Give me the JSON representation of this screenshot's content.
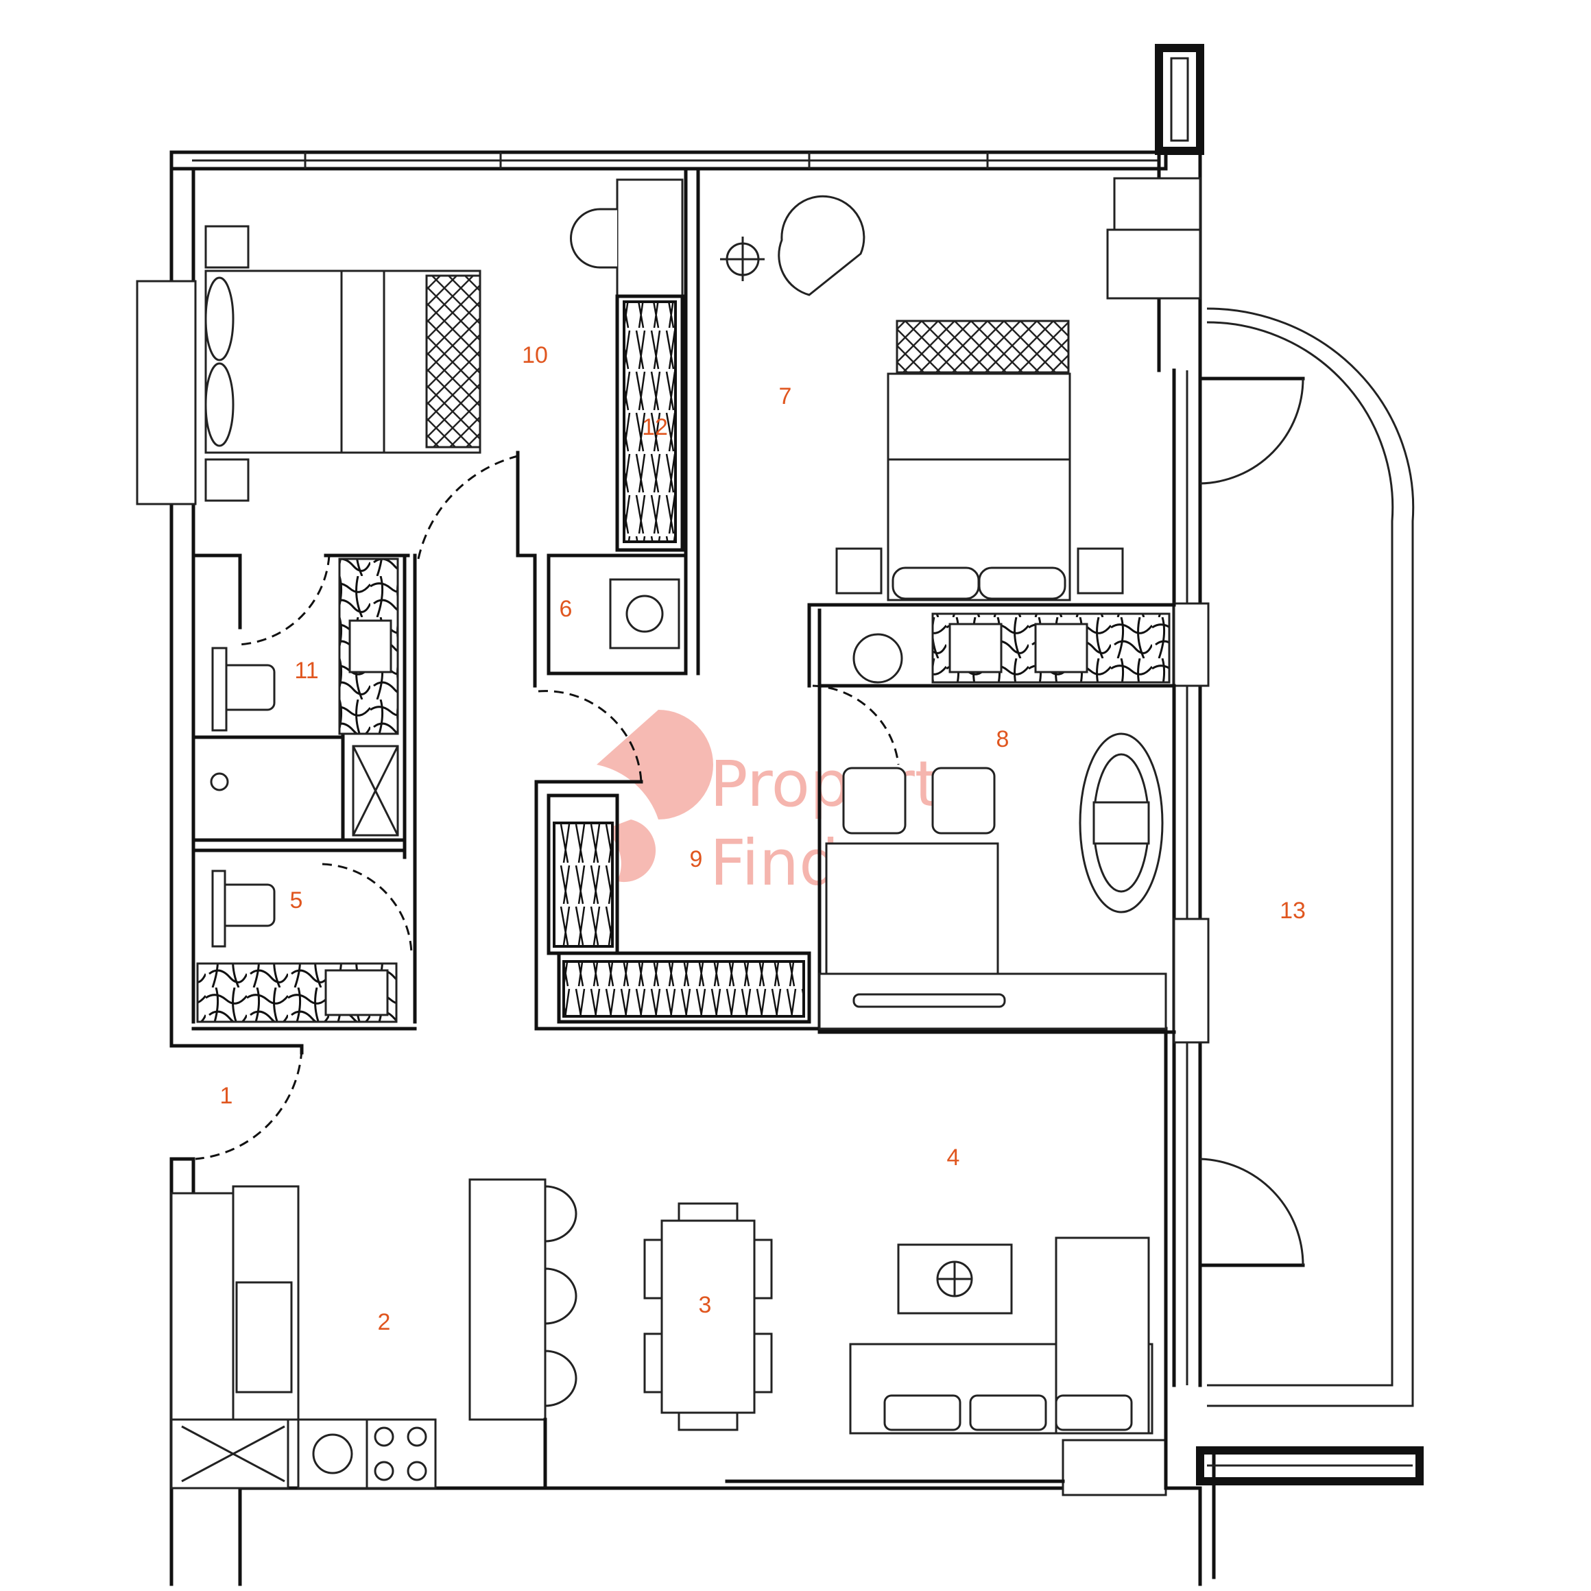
{
  "watermark": {
    "line1": "Property",
    "line2": "Finder",
    "color": "#f4a9a0"
  },
  "label_color": "#e0561f",
  "rooms": [
    {
      "id": "r1",
      "label": "1"
    },
    {
      "id": "r2",
      "label": "2"
    },
    {
      "id": "r3",
      "label": "3"
    },
    {
      "id": "r4",
      "label": "4"
    },
    {
      "id": "r5",
      "label": "5"
    },
    {
      "id": "r6",
      "label": "6"
    },
    {
      "id": "r7",
      "label": "7"
    },
    {
      "id": "r8",
      "label": "8"
    },
    {
      "id": "r9",
      "label": "9"
    },
    {
      "id": "r10",
      "label": "10"
    },
    {
      "id": "r11",
      "label": "11"
    },
    {
      "id": "r12",
      "label": "12"
    },
    {
      "id": "r13",
      "label": "13"
    }
  ]
}
